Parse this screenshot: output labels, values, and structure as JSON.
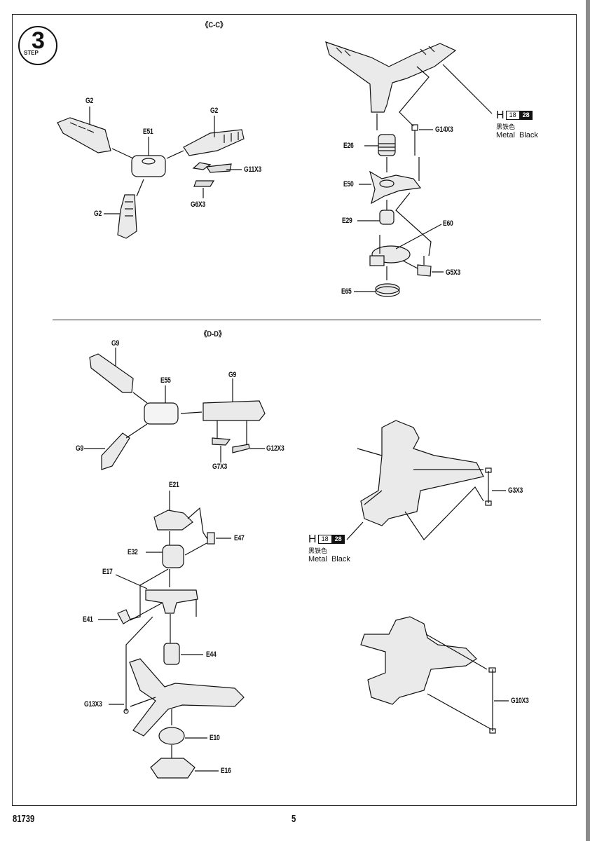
{
  "page": {
    "step_number": "3",
    "step_word": "STEP",
    "catalog_number": "81739",
    "page_number": "5"
  },
  "sections": [
    {
      "title": "《C-C》",
      "subassemblies": [
        {
          "name": "rotor-arms-assembly",
          "labels": [
            "G2",
            "G2",
            "G2",
            "E51",
            "G11X3",
            "G6X3"
          ]
        },
        {
          "name": "rotor-head-stack",
          "labels": [
            "E26",
            "G14X3",
            "E50",
            "E29",
            "E60",
            "G5X3",
            "E65"
          ]
        }
      ]
    },
    {
      "title": "《D-D》",
      "subassemblies": [
        {
          "name": "rotor-arms-assembly",
          "labels": [
            "G9",
            "G9",
            "G9",
            "E55",
            "G12X3",
            "G7X3"
          ]
        },
        {
          "name": "rotor-head-stack",
          "labels": [
            "E21",
            "E47",
            "E32",
            "E17",
            "E41",
            "E44",
            "G13X3",
            "E10",
            "E16"
          ]
        },
        {
          "name": "link-install-a",
          "labels": [
            "G3X3"
          ]
        },
        {
          "name": "link-install-b",
          "labels": [
            "G10X3"
          ]
        }
      ]
    }
  ],
  "paint_callouts": [
    {
      "prefix": "H",
      "code_a": "18",
      "code_b": "28",
      "name_zh": "黑铁色",
      "name_en": "Metal  Black"
    },
    {
      "prefix": "H",
      "code_a": "18",
      "code_b": "28",
      "name_zh": "黑铁色",
      "name_en": "Metal  Black"
    }
  ]
}
